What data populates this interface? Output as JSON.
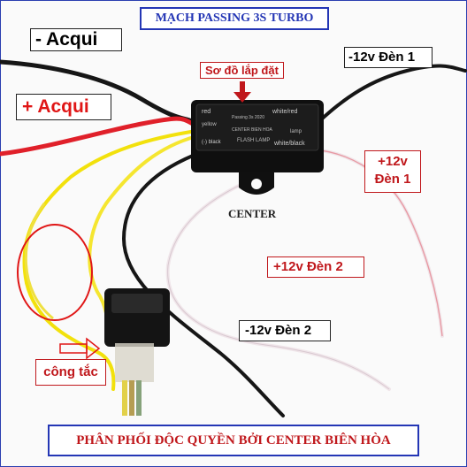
{
  "title": "MẠCH PASSING 3S TURBO",
  "labels": {
    "negative_battery": "- Acqui",
    "positive_battery": "+ Acqui",
    "install_diagram": "Sơ đồ lắp đặt",
    "neg_lamp_1": "-12v Đèn 1",
    "pos_lamp_1_line1": "+12v",
    "pos_lamp_1_line2": "Đèn 1",
    "brand": "CENTER",
    "pos_lamp_2": "+12v Đèn 2",
    "neg_lamp_2": "-12v Đèn 2",
    "switch": "công tắc"
  },
  "module": {
    "top_left": "red",
    "top_right": "white/red",
    "mid_left": "yellow",
    "sub_text": "Passing 3s 2020",
    "sub_text2": "CENTER BIEN HOA",
    "bottom_left": "(-) black",
    "bottom_right": "white/black",
    "bottom_mid": "FLASH LAMP",
    "lamp": "lamp"
  },
  "footer": "PHÂN PHỐI ĐỘC QUYỀN BỞI CENTER BIÊN HÒA",
  "colors": {
    "title_blue": "#2436b5",
    "label_red": "#c0181c",
    "wire_red": "#e0202a",
    "wire_yellow": "#f2e10c",
    "wire_black": "#161616",
    "wire_white": "#f0e6ea"
  }
}
